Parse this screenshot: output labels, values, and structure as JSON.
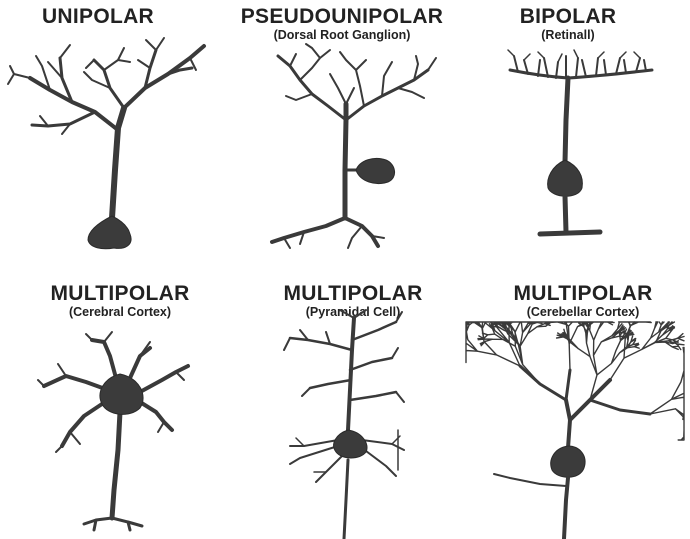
{
  "neurons": [
    {
      "title": "UNIPOLAR",
      "subtitle": "",
      "icon": "unipolar-neuron-icon"
    },
    {
      "title": "PSEUDOUNIPOLAR",
      "subtitle": "(Dorsal Root Ganglion)",
      "icon": "pseudounipolar-neuron-icon"
    },
    {
      "title": "BIPOLAR",
      "subtitle": "(Retinall)",
      "icon": "bipolar-neuron-icon"
    },
    {
      "title": "MULTIPOLAR",
      "subtitle": "(Cerebral Cortex)",
      "icon": "multipolar-cerebral-neuron-icon"
    },
    {
      "title": "MULTIPOLAR",
      "subtitle": "(Pyramidal Cell)",
      "icon": "pyramidal-neuron-icon"
    },
    {
      "title": "MULTIPOLAR",
      "subtitle": "(Cerebellar Cortex)",
      "icon": "purkinje-neuron-icon"
    }
  ],
  "colors": {
    "ink": "#3a3a3a",
    "background": "#ffffff"
  }
}
